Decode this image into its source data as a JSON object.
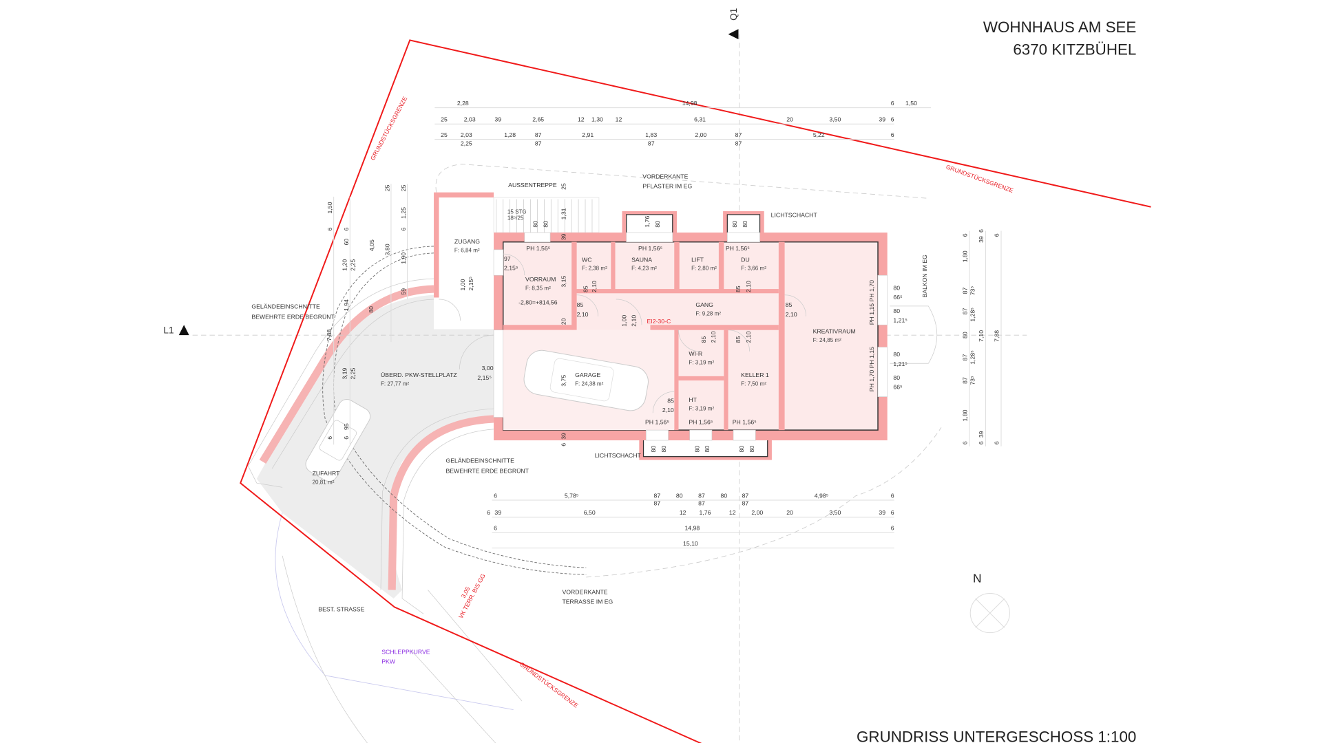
{
  "header": {
    "project": "WOHNHAUS AM SEE",
    "location": "6370 KITZBÜHEL"
  },
  "plan_title": "GRUNDRISS UNTERGESCHOSS 1:100",
  "markers": {
    "section_q": "Q1",
    "section_l": "L1",
    "north": "N"
  },
  "rooms": [
    {
      "name": "ZUGANG",
      "area": "F: 6,84 m²"
    },
    {
      "name": "VORRAUM",
      "area": "F:  8,35 m²"
    },
    {
      "name": "WC",
      "area": "F: 2,38 m²"
    },
    {
      "name": "SAUNA",
      "area": "F: 4,23 m²"
    },
    {
      "name": "LIFT",
      "area": "F: 2,80 m²"
    },
    {
      "name": "DU",
      "area": "F: 3,66 m²"
    },
    {
      "name": "GANG",
      "area": "F: 9,28 m²"
    },
    {
      "name": "KREATIVRAUM",
      "area": "F:       24,85 m²"
    },
    {
      "name": "GARAGE",
      "area": "F: 24,38 m²"
    },
    {
      "name": "WI-R",
      "area": "F: 3,19 m²"
    },
    {
      "name": "KELLER 1",
      "area": "F:  7,50 m²"
    },
    {
      "name": "HT",
      "area": "F: 3,19 m²"
    },
    {
      "name": "ÜBERD. PKW-STELLPLATZ",
      "area": "F:                          27,77 m²"
    },
    {
      "name": "ZUFAHRT",
      "area": "20,81 m²"
    }
  ],
  "annotations": {
    "aussentreppe": "AUSSENTREPPE",
    "stairs": "15 STG",
    "stairs_ratio": "18⁵/25",
    "pflaster_1": "VORDERKANTE",
    "pflaster_2": "PFLASTER IM EG",
    "lichtschacht_top": "LICHTSCHACHT",
    "lichtschacht_bottom": "LICHTSCHACHT",
    "balkon": "BALKON IM EG",
    "gelaende_left_1": "GELÄNDEEINSCHNITTE",
    "gelaende_left_2": "BEWEHRTE ERDE BEGRÜNT",
    "gelaende_bottom_1": "GELÄNDEEINSCHNITTE",
    "gelaende_bottom_2": "BEWEHRTE ERDE BEGRÜNT",
    "terrasse_1": "VORDERKANTE",
    "terrasse_2": "TERRASSE IM EG",
    "strasse": "BEST. STRASSE",
    "schleppkurve_1": "SCHLEPPKURVE",
    "schleppkurve_2": "PKW",
    "grenze_1": "GRUNDSTÜCKSGRENZE",
    "grenze_2": "GRUNDSTÜCKSGRENZE",
    "grenze_3": "GRUNDSTÜCKSGRENZE",
    "vk_terr_1": "3,05",
    "vk_terr_2": "VK TERR. BIS GG",
    "fire_door": "EI2-30-C",
    "level": "-2,80=+814,56"
  },
  "ceiling_heights": [
    "PH 1,56⁵",
    "PH 1,56⁵",
    "PH 1,56⁵",
    "PH 1,56⁵",
    "PH 1,56⁵",
    "PH 1,56⁵",
    "PH 1,15 PH 1,70",
    "PH 1,70 PH 1,15"
  ],
  "openings": [
    "97",
    "2,15⁵",
    "1,00",
    "2,15⁵",
    "85",
    "2,10",
    "85",
    "2,10",
    "1,00",
    "2,10",
    "85",
    "2,10",
    "85",
    "2,10",
    "85",
    "2,10",
    "85",
    "2,10",
    "85",
    "2,10",
    "3,00",
    "2,15⁵",
    "80",
    "66⁵",
    "80",
    "1,21⁵",
    "80",
    "1,21⁵",
    "80",
    "66⁵"
  ],
  "inner_dims": [
    "3,15",
    "20",
    "3,75",
    "39",
    "6",
    "39",
    "25",
    "1,31",
    "80",
    "80",
    "1,76",
    "80",
    "80",
    "80",
    "80",
    "80",
    "80",
    "80",
    "80",
    "80"
  ],
  "dimensions": {
    "top_row1": [
      "2,28",
      "14,98",
      "6",
      "1,50"
    ],
    "top_row2": [
      "25",
      "2,03",
      "39",
      "2,65",
      "12",
      "1,30",
      "12",
      "6,31",
      "20",
      "3,50",
      "39",
      "6"
    ],
    "top_row3": [
      "25",
      "2,03",
      "1,28",
      "87",
      "2,91",
      "1,83",
      "2,00",
      "87",
      "5,22",
      "6"
    ],
    "top_row3_sub": [
      "2,25",
      "87",
      "87",
      "87"
    ],
    "bottom_row1": [
      "6",
      "5,78⁵",
      "87",
      "80",
      "87",
      "80",
      "87",
      "4,98⁵",
      "6"
    ],
    "bottom_row1_sub": [
      "87",
      "87",
      "87"
    ],
    "bottom_row2": [
      "6",
      "39",
      "6,50",
      "12",
      "1,76",
      "12",
      "2,00",
      "20",
      "3,50",
      "39",
      "6"
    ],
    "bottom_row3": [
      "6",
      "14,98",
      "6"
    ],
    "bottom_row4": [
      "15,10"
    ],
    "left": [
      "1,50",
      "6",
      "6",
      "60",
      "1,20",
      "2,25",
      "4,05",
      "25",
      "25",
      "1,25",
      "6",
      "3,80",
      "1,90",
      "59",
      "80",
      "1,94",
      "7,88",
      "3,19",
      "2,25",
      "95",
      "6",
      "6"
    ],
    "right_1": [
      "6",
      "1,80",
      "87",
      "87",
      "80",
      "87",
      "87",
      "1,80",
      "6"
    ],
    "right_2": [
      "73⁵",
      "1,28⁵",
      "1,28⁵",
      "73⁵"
    ],
    "right_3": [
      "6",
      "39",
      "7,10",
      "39",
      "6"
    ],
    "right_4": [
      "6",
      "7,88",
      "6"
    ]
  }
}
